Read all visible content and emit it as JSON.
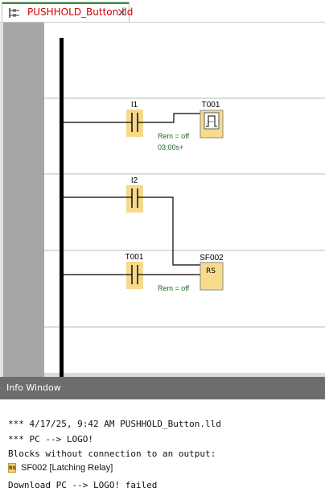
{
  "tab": {
    "title": "PUSHHOLD_Button.lld",
    "close_symbol": "×",
    "icon": "ladder-diagram-icon"
  },
  "diagram": {
    "contacts": [
      {
        "label": "I1"
      },
      {
        "label": "I2"
      },
      {
        "label": "T001"
      }
    ],
    "blocks": [
      {
        "label": "T001",
        "kind": "on-delay-timer",
        "rem": "Rem = off",
        "time": "03:00s+"
      },
      {
        "label": "SF002",
        "kind": "latching-relay",
        "symbol": "RS",
        "rem": "Rem = off"
      }
    ],
    "colors": {
      "contact_fill": "#f8d98c",
      "block_fill": "#f9dc8a",
      "param_text": "#1e6b1e",
      "tab_accent": "#2f8f35",
      "tab_title": "#d00000"
    }
  },
  "info_window": {
    "title": "Info Window",
    "lines": [
      "*** 4/17/25, 9:42 AM PUSHHOLD_Button.lld",
      "*** PC --> LOGO!",
      "Blocks without connection to an output:"
    ],
    "block_item": {
      "badge": "RS",
      "label": "SF002 [Latching Relay]"
    },
    "final_line": "Download PC --> LOGO! failed"
  }
}
